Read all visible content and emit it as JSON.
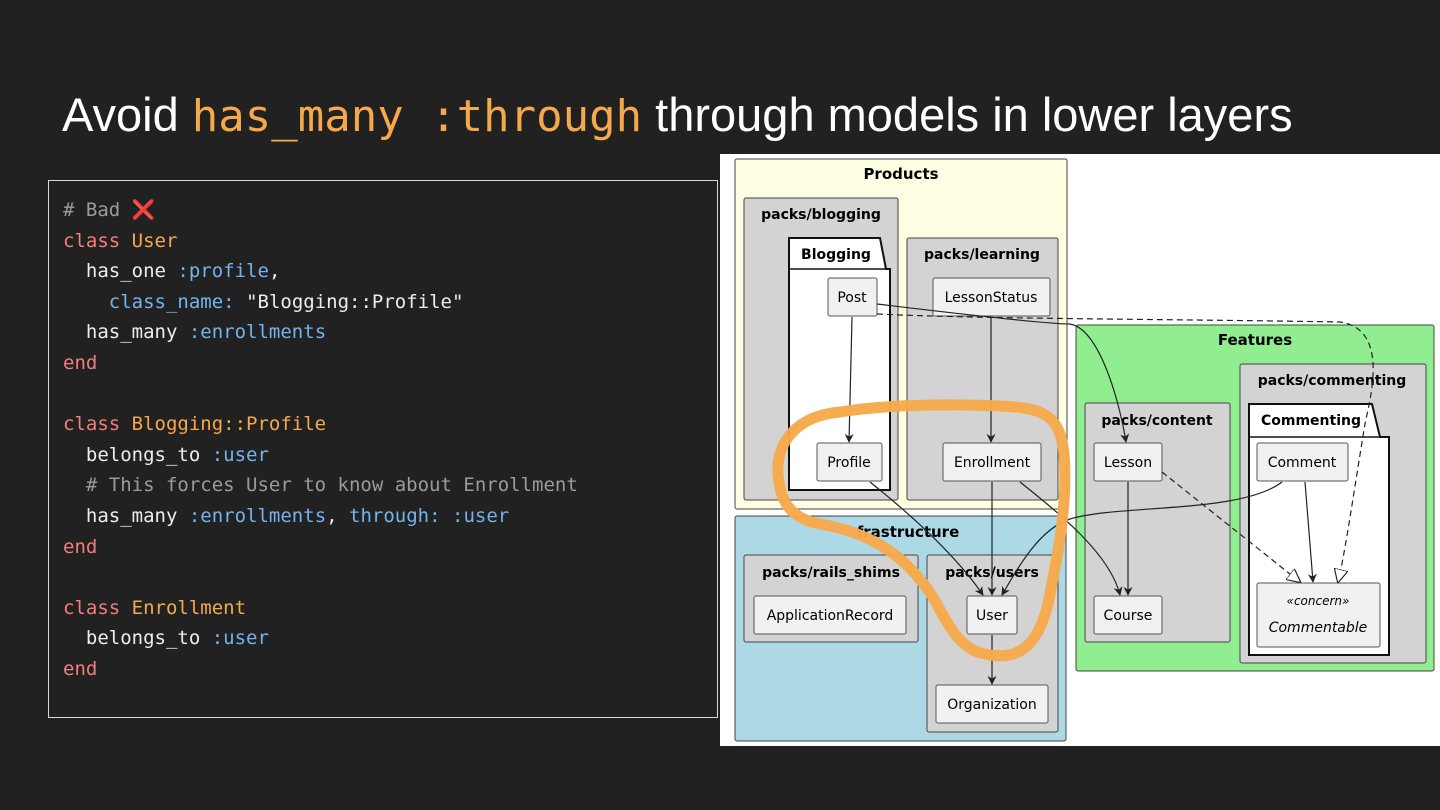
{
  "slide": {
    "title_prefix": "Avoid ",
    "title_code": "has_many :through",
    "title_suffix": " through models in lower layers"
  },
  "code": {
    "bad_comment": "# Bad",
    "bad_mark": "❌",
    "kw_class": "class",
    "kw_end": "end",
    "cls_user": "User",
    "has_one": "has_one",
    "sym_profile": ":profile",
    "class_name_key": "class_name:",
    "class_name_value": "\"Blogging::Profile\"",
    "has_many": "has_many",
    "sym_enrollments": ":enrollments",
    "cls_profile": "Blogging::Profile",
    "belongs_to": "belongs_to",
    "sym_user": ":user",
    "comment_forces": "# This forces User to know about Enrollment",
    "through_key": "through:",
    "cls_enrollment": "Enrollment"
  },
  "diagram": {
    "layers": {
      "products": "Products",
      "features": "Features",
      "infrastructure": "frastructure"
    },
    "packs": {
      "blogging": "packs/blogging",
      "learning": "packs/learning",
      "content": "packs/content",
      "commenting": "packs/commenting",
      "rails_shims": "packs/rails_shims",
      "users": "packs/users"
    },
    "folders": {
      "blogging": "Blogging",
      "commenting": "Commenting"
    },
    "nodes": {
      "post": "Post",
      "profile": "Profile",
      "lesson_status": "LessonStatus",
      "enrollment": "Enrollment",
      "lesson": "Lesson",
      "course": "Course",
      "comment": "Comment",
      "commentable_stereotype": "«concern»",
      "commentable": "Commentable",
      "application_record": "ApplicationRecord",
      "user": "User",
      "organization": "Organization"
    },
    "colors": {
      "products_bg": "#fefee2",
      "features_bg": "#90ee90",
      "infrastructure_bg": "#add8e6",
      "pack_bg": "#d3d3d3",
      "highlight": "#f6a94b"
    }
  }
}
